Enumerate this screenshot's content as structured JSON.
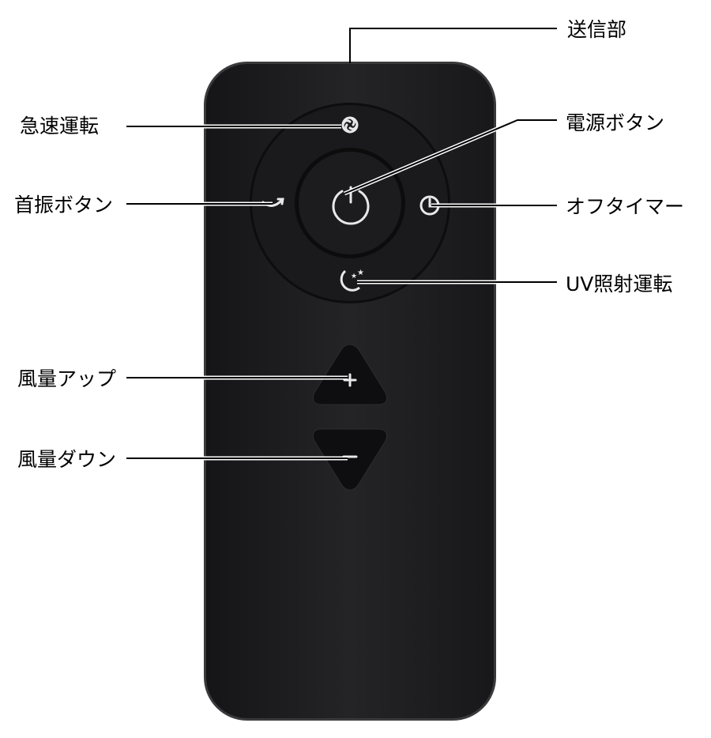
{
  "labels": {
    "transmitter": "送信部",
    "turbo": "急速運転",
    "power": "電源ボタン",
    "swing": "首振ボタン",
    "off_timer": "オフタイマー",
    "uv": "UV照射運転",
    "fan_up": "風量アップ",
    "fan_down": "風量ダウン"
  },
  "colors": {
    "body": "#1e1e20",
    "button": "#121214",
    "icon": "#e8e8e8"
  }
}
